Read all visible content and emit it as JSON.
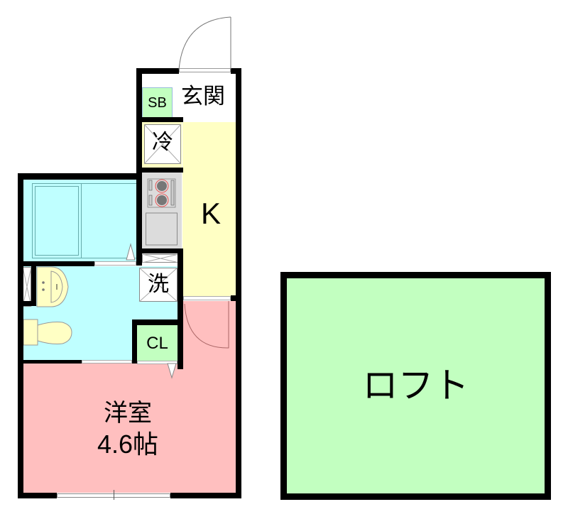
{
  "floorplan": {
    "colors": {
      "bath": "#bfffff",
      "kitchen": "#ffffc4",
      "western_room": "#ffbfbf",
      "green": "#c2ffc0",
      "appliance_gray": "#dcdcdc",
      "wall": "#000000"
    },
    "rooms": {
      "entrance": {
        "label": "玄関"
      },
      "shoe_box": {
        "label": "SB"
      },
      "refrigerator": {
        "label": "冷"
      },
      "kitchen": {
        "label": "K"
      },
      "washer": {
        "label": "洗"
      },
      "closet": {
        "label": "CL"
      },
      "western_room": {
        "label": "洋室",
        "size": "4.6帖"
      },
      "loft": {
        "label": "ロフト"
      }
    }
  }
}
